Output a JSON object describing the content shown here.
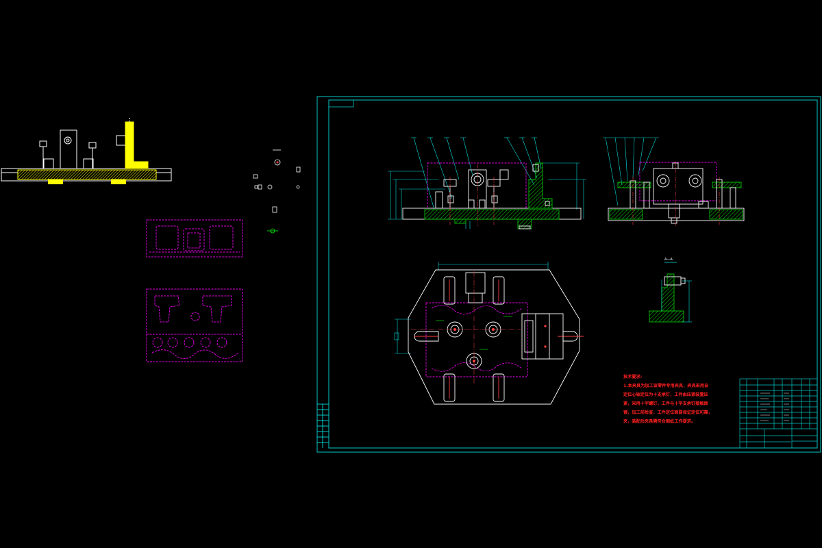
{
  "colors": {
    "background": "#000000",
    "frame": "#00c8c8",
    "magenta": "#e000e0",
    "yellow": "#ffff00",
    "green": "#00c000",
    "white": "#ffffff",
    "red": "#ff2020",
    "dim": "#00e0e0"
  },
  "drawing": {
    "tech_requirements": {
      "heading": "技术要求:",
      "lines": [
        "1.本夹具为加工该零件专用夹具，夹具采用自",
        "定位心轴定位为十支承钉，工件由压紧装置压",
        "紧，采用十字螺钉，工件与十字支承钉接触面",
        "镀，加工前检查，工件定位面要保证定位可靠，夹具",
        "夹，装配后夹具需符合图纸工作要求。"
      ]
    },
    "section_label": "A—A"
  }
}
